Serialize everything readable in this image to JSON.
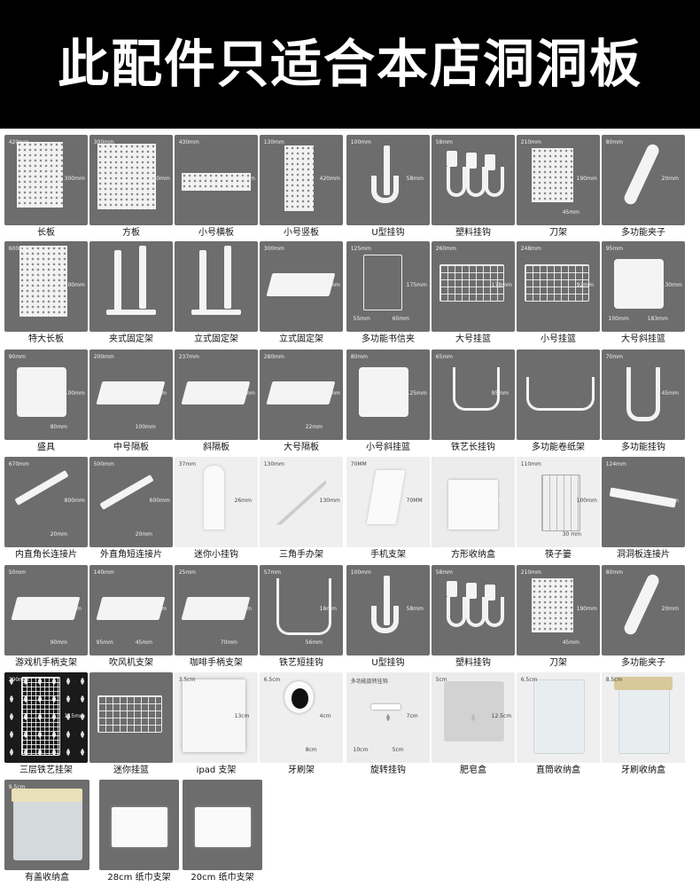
{
  "banner": {
    "title": "此配件只适合本店洞洞板"
  },
  "rows": [
    {
      "cells": [
        {
          "label": "长板",
          "dims": [
            "420mm",
            "300mm"
          ]
        },
        {
          "label": "方板",
          "dims": [
            "300mm",
            "300mm"
          ]
        },
        {
          "label": "小号横板",
          "dims": [
            "430mm",
            "120mm"
          ]
        },
        {
          "label": "小号竖板",
          "dims": [
            "130mm",
            "420mm"
          ]
        },
        {
          "label": "U型挂钩",
          "dims": [
            "100mm",
            "58mm"
          ]
        },
        {
          "label": "塑料挂钩",
          "dims": [
            "58mm"
          ]
        },
        {
          "label": "刀架",
          "dims": [
            "210mm",
            "190mm",
            "45mm"
          ]
        },
        {
          "label": "多功能夹子",
          "dims": [
            "80mm",
            "20mm"
          ]
        }
      ]
    },
    {
      "cells": [
        {
          "label": "特大长板",
          "dims": [
            "600mm",
            "300mm"
          ]
        },
        {
          "label": "夹式固定架",
          "dims": []
        },
        {
          "label": "立式固定架",
          "dims": []
        },
        {
          "label": "立式固定架",
          "dims": [
            "300mm",
            "100mm"
          ]
        },
        {
          "label": "多功能书信夹",
          "dims": [
            "125mm",
            "175mm",
            "60mm",
            "55mm"
          ]
        },
        {
          "label": "大号挂篮",
          "dims": [
            "260mm",
            "178mm"
          ]
        },
        {
          "label": "小号挂篮",
          "dims": [
            "248mm",
            "92mm"
          ]
        },
        {
          "label": "大号斜挂篮",
          "dims": [
            "95mm",
            "130mm",
            "183mm",
            "100mm"
          ]
        }
      ]
    },
    {
      "cells": [
        {
          "label": "盛具",
          "dims": [
            "90mm",
            "100mm",
            "80mm"
          ]
        },
        {
          "label": "中号隔板",
          "dims": [
            "200mm",
            "36mm",
            "100mm"
          ]
        },
        {
          "label": "斜隔板",
          "dims": [
            "237mm",
            "180mm"
          ]
        },
        {
          "label": "大号隔板",
          "dims": [
            "280mm",
            "100mm",
            "22mm"
          ]
        },
        {
          "label": "小号斜挂篮",
          "dims": [
            "80mm",
            "125mm"
          ]
        },
        {
          "label": "铁艺长挂钩",
          "dims": [
            "65mm",
            "95mm"
          ]
        },
        {
          "label": "多功能卷纸架",
          "dims": []
        },
        {
          "label": "多功能挂钩",
          "dims": [
            "70mm",
            "45mm"
          ]
        }
      ]
    },
    {
      "cells": [
        {
          "label": "内直角长连接片",
          "dims": [
            "670mm",
            "800mm",
            "20mm"
          ]
        },
        {
          "label": "外直角短连接片",
          "dims": [
            "500mm",
            "600mm",
            "20mm"
          ]
        },
        {
          "label": "迷你小挂钩",
          "dims": [
            "37mm",
            "26mm"
          ]
        },
        {
          "label": "三角手办架",
          "dims": [
            "130mm",
            "130mm"
          ]
        },
        {
          "label": "手机支架",
          "dims": [
            "70MM",
            "70MM"
          ]
        },
        {
          "label": "方形收纳盒",
          "dims": [
            "5.5cm",
            "10cm"
          ]
        },
        {
          "label": "筷子篓",
          "dims": [
            "110mm",
            "100mm",
            "30 mm"
          ]
        },
        {
          "label": "洞洞板连接片",
          "dims": [
            "124mm",
            "20mm"
          ]
        }
      ]
    },
    {
      "cells": [
        {
          "label": "游戏机手柄支架",
          "dims": [
            "50mm",
            "60mm",
            "90mm"
          ]
        },
        {
          "label": "吹风机支架",
          "dims": [
            "140mm",
            "70mm",
            "45mm",
            "95mm"
          ]
        },
        {
          "label": "咖啡手柄支架",
          "dims": [
            "25mm",
            "50mm",
            "70mm"
          ]
        },
        {
          "label": "铁艺短挂钩",
          "dims": [
            "57mm",
            "16mm",
            "56mm"
          ]
        },
        {
          "label": "U型挂钩",
          "dims": [
            "100mm",
            "58mm"
          ]
        },
        {
          "label": "塑料挂钩",
          "dims": [
            "58mm"
          ]
        },
        {
          "label": "刀架",
          "dims": [
            "210mm",
            "190mm",
            "45mm"
          ]
        },
        {
          "label": "多功能夹子",
          "dims": [
            "80mm",
            "20mm"
          ]
        }
      ]
    },
    {
      "cells": [
        {
          "label": "三层铁艺挂架",
          "dims": [
            "290mm",
            "115mm"
          ]
        },
        {
          "label": "迷你挂篮",
          "dims": []
        },
        {
          "label": "ipad 支架",
          "dims": [
            "3.5cm",
            "13cm"
          ]
        },
        {
          "label": "牙刷架",
          "dims": [
            "6.5cm",
            "4cm",
            "8cm"
          ]
        },
        {
          "label": "旋转挂钩",
          "dims": [
            "多功能旋转挂钩",
            "7cm",
            "5cm",
            "10cm"
          ]
        },
        {
          "label": "肥皂盒",
          "dims": [
            "5cm",
            "12.5cm"
          ]
        },
        {
          "label": "直筒收纳盒",
          "dims": [
            "6.5cm"
          ]
        },
        {
          "label": "牙刷收纳盒",
          "dims": [
            "8.5cm"
          ]
        }
      ]
    },
    {
      "cells": [
        {
          "label": "有盖收纳盒",
          "dims": [
            "9.5cm"
          ]
        },
        {
          "label": "28cm 纸巾支架",
          "dims": []
        },
        {
          "label": "20cm 纸巾支架",
          "dims": []
        }
      ]
    }
  ]
}
